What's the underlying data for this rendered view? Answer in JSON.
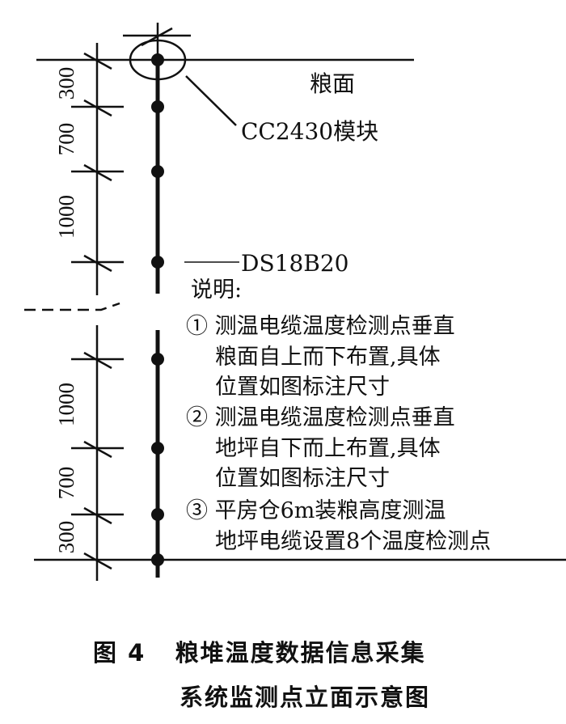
{
  "labels": {
    "grain_surface": "粮面",
    "module": "CC2430模块",
    "sensor": "DS18B20"
  },
  "dimensions": {
    "top": [
      "300",
      "700",
      "1000"
    ],
    "bottom": [
      "1000",
      "700",
      "300"
    ]
  },
  "notes": {
    "title": "说明:",
    "lines": [
      "① 测温电缆温度检测点垂直",
      "粮面自上而下布置,具体",
      "位置如图标注尺寸",
      "② 测温电缆温度检测点垂直",
      "地坪自下而上布置,具体",
      "位置如图标注尺寸",
      "③ 平房仓6m装粮高度测温",
      "地坪电缆设置8个温度检测点"
    ]
  },
  "caption": {
    "line1": "图 4   粮堆温度数据信息采集",
    "line2": "系统监测点立面示意图"
  }
}
